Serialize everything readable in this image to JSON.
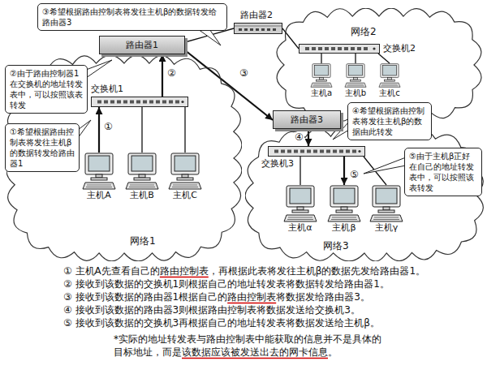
{
  "diagram": {
    "nodes": [
      {
        "text": [
          "③希望根据路由控制表将发往主机β的数据转发给路由器3"
        ]
      },
      {
        "text": [
          "②由于路由控制器1在交换机的地址转发表中，可以按照该表转发"
        ]
      },
      {
        "text": [
          "①希望根据路由控制表将发往主机β的数据转发给路由器1"
        ]
      },
      {
        "text": [
          "④希望根据路由控制表将发往主机β的数据由此转发"
        ]
      },
      {
        "text": [
          "⑤由于主机β正好在自己的地址转发表中，可以按照该表转发"
        ]
      },
      {
        "text": [
          "路由器1"
        ]
      },
      {
        "text": [
          "路由器2"
        ]
      },
      {
        "text": [
          "路由器3"
        ]
      },
      {
        "text": [
          "网络1"
        ]
      },
      {
        "text": [
          "交换机1"
        ],
        "in": 8
      },
      {
        "text": [
          "主机A"
        ],
        "in": 8
      },
      {
        "text": [
          "主机B"
        ],
        "in": 8
      },
      {
        "text": [
          "主机C"
        ],
        "in": 8
      },
      {
        "text": [
          "网络2"
        ]
      },
      {
        "text": [
          "交换机2"
        ],
        "in": 13
      },
      {
        "text": [
          "主机a"
        ],
        "in": 13
      },
      {
        "text": [
          "主机b"
        ],
        "in": 13
      },
      {
        "text": [
          "主机c"
        ],
        "in": 13
      },
      {
        "text": [
          "网络3"
        ]
      },
      {
        "text": [
          "交换机3"
        ],
        "in": 18
      },
      {
        "text": [
          "主机α"
        ],
        "in": 18
      },
      {
        "text": [
          "主机β"
        ],
        "in": 18
      },
      {
        "text": [
          "主机γ"
        ],
        "in": 18
      }
    ],
    "edges": [
      {
        "from": 10,
        "to": 9,
        "arrow": "to",
        "label": "①"
      },
      {
        "from": 11,
        "to": 9,
        "arrow": "none"
      },
      {
        "from": 12,
        "to": 9,
        "arrow": "none"
      },
      {
        "from": 9,
        "to": 5,
        "arrow": "to",
        "label": "②"
      },
      {
        "from": 5,
        "to": 6,
        "arrow": "none"
      },
      {
        "from": 5,
        "to": 7,
        "arrow": "to",
        "label": "③"
      },
      {
        "from": 6,
        "to": 14,
        "arrow": "none"
      },
      {
        "from": 14,
        "to": 15,
        "arrow": "none"
      },
      {
        "from": 14,
        "to": 16,
        "arrow": "none"
      },
      {
        "from": 14,
        "to": 17,
        "arrow": "none"
      },
      {
        "from": 7,
        "to": 19,
        "arrow": "to",
        "label": "④"
      },
      {
        "from": 19,
        "to": 20,
        "arrow": "none"
      },
      {
        "from": 19,
        "to": 21,
        "arrow": "to",
        "label": "⑤"
      },
      {
        "from": 19,
        "to": 22,
        "arrow": "none"
      }
    ],
    "labels": [
      "① 主机A先查看自己的路由控制表，再根据此表将发往主机β的数据先发给路由器1。",
      "② 接收到该数据的交换机1则根据自己的地址转发表将数据转发给路由器1。",
      "③ 接收到该数据的路由器1根据自己的路由控制表将数据发给路由器3。",
      "④ 接收到该数据的路由器3则根据路由控制表将数据发送给交换机3。",
      "⑤ 接收到该数据的交换机3再根据自己的地址转发表将数据发送给主机β。",
      "*实际的地址转发表与路由控制表中能获取的信息并不是具体的目标地址，而是该数据应该被发送出去的网卡信息。"
    ]
  }
}
